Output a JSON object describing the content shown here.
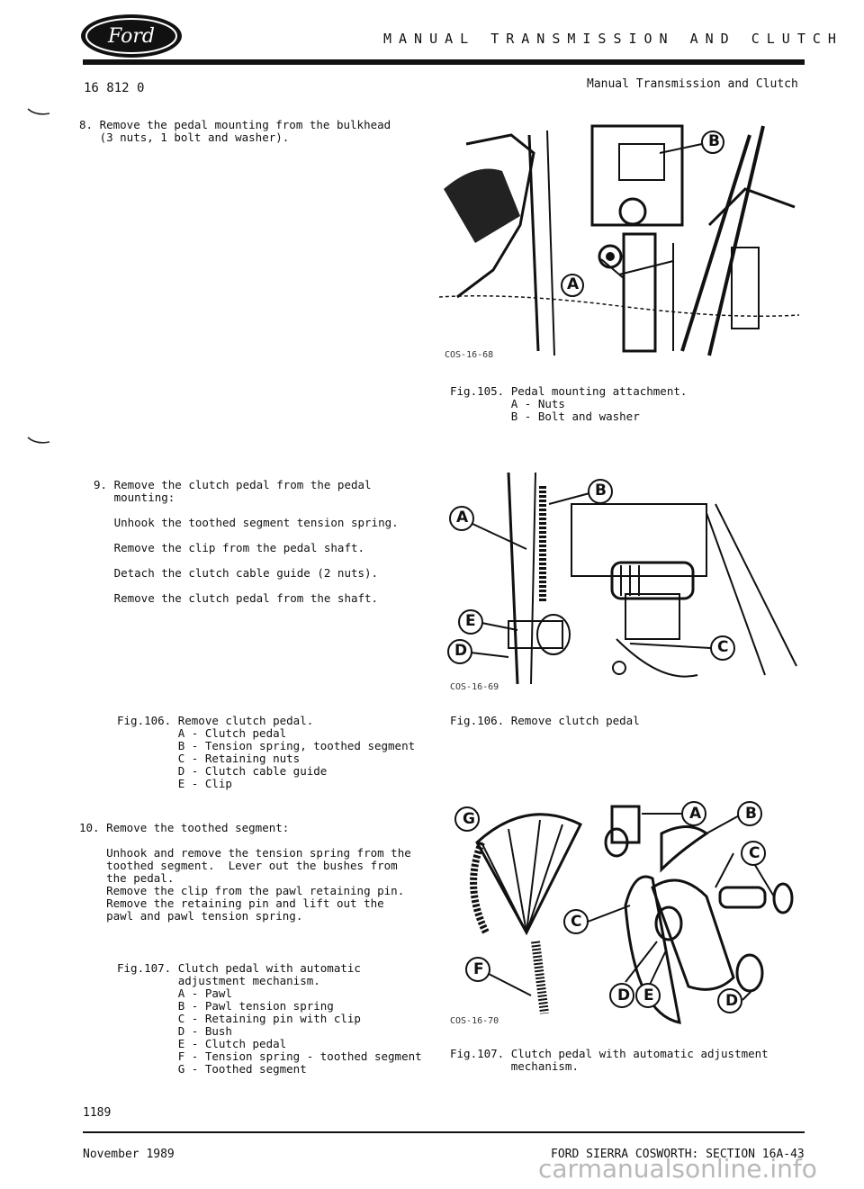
{
  "header": {
    "logo_text": "Ford",
    "title": "MANUAL TRANSMISSION AND CLUTCH",
    "doc_code": "16 812 0",
    "section": "Manual Transmission and Clutch"
  },
  "steps": {
    "s8": "8. Remove the pedal mounting from the bulkhead\n   (3 nuts, 1 bolt and washer).",
    "s9": "9. Remove the clutch pedal from the pedal\n   mounting:\n\n   Unhook the toothed segment tension spring.\n\n   Remove the clip from the pedal shaft.\n\n   Detach the clutch cable guide (2 nuts).\n\n   Remove the clutch pedal from the shaft.",
    "s10": "10. Remove the toothed segment:\n\n    Unhook and remove the tension spring from the\n    toothed segment.  Lever out the bushes from\n    the pedal.\n    Remove the clip from the pawl retaining pin.\n    Remove the retaining pin and lift out the\n    pawl and pawl tension spring."
  },
  "legends": {
    "fig106": "Fig.106. Remove clutch pedal.\n         A - Clutch pedal\n         B - Tension spring, toothed segment\n         C - Retaining nuts\n         D - Clutch cable guide\n         E - Clip",
    "fig107": "Fig.107. Clutch pedal with automatic\n         adjustment mechanism.\n         A - Pawl\n         B - Pawl tension spring\n         C - Retaining pin with clip\n         D - Bush\n         E - Clutch pedal\n         F - Tension spring - toothed segment\n         G - Toothed segment"
  },
  "figures": {
    "f105": {
      "code": "COS-16-68",
      "caption": "Fig.105. Pedal mounting attachment.\n         A - Nuts\n         B - Bolt and washer",
      "labels": [
        "A",
        "B"
      ]
    },
    "f106": {
      "code": "COS-16-69",
      "caption": "Fig.106. Remove clutch pedal",
      "labels": [
        "A",
        "B",
        "C",
        "D",
        "E"
      ]
    },
    "f107": {
      "code": "COS-16-70",
      "caption": "Fig.107. Clutch pedal with automatic adjustment\n         mechanism.",
      "labels": [
        "A",
        "B",
        "C",
        "C",
        "D",
        "E",
        "D",
        "F",
        "G"
      ]
    }
  },
  "footer": {
    "page_number": "1189",
    "date": "November 1989",
    "reference": "FORD SIERRA COSWORTH: SECTION 16A-43",
    "watermark": "carmanualsonline.info"
  }
}
